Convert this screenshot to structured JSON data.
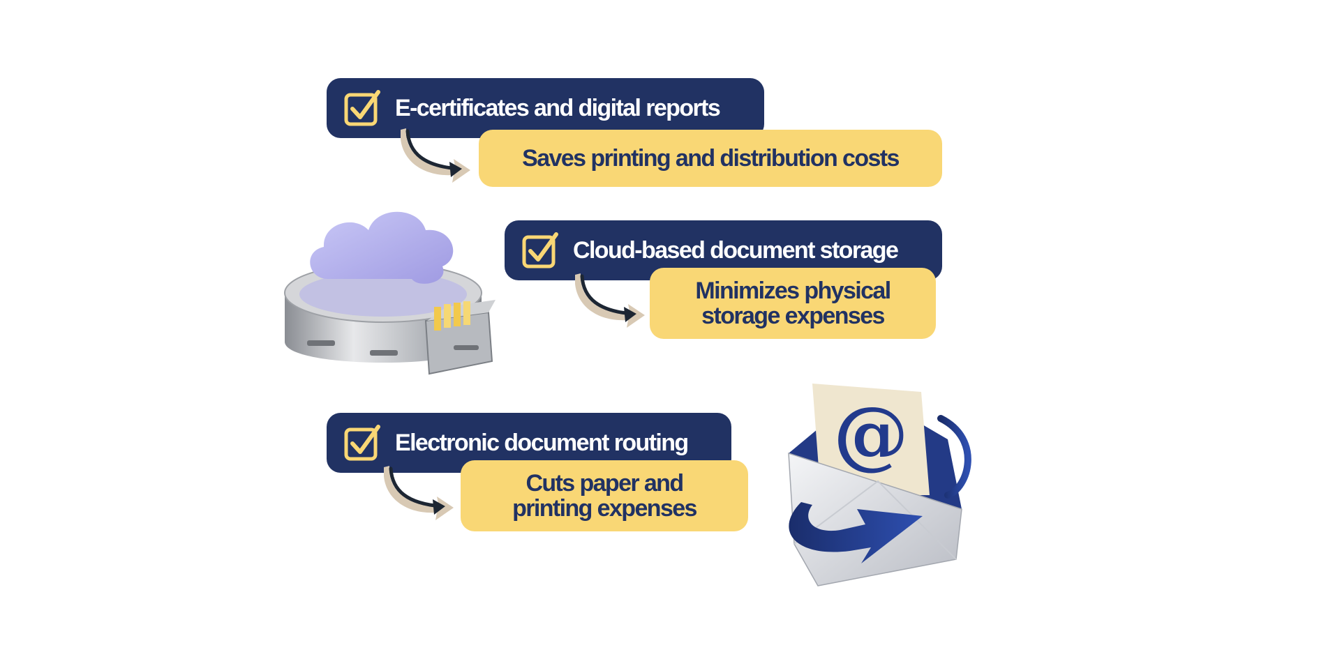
{
  "colors": {
    "navy": "#213263",
    "yellow": "#f9d775",
    "arrow_backdrop": "#d8c9b4",
    "cloud": "#aeaaf0",
    "envelope_accent": "#1f3f8f"
  },
  "items": [
    {
      "icon": "checkbox-check-icon",
      "feature": "E-certificates and digital reports",
      "benefit_lines": [
        "Saves printing and distribution costs"
      ]
    },
    {
      "icon": "checkbox-check-icon",
      "feature": "Cloud-based document storage",
      "benefit_lines": [
        "Minimizes physical",
        "storage expenses"
      ]
    },
    {
      "icon": "checkbox-check-icon",
      "feature": "Electronic document routing",
      "benefit_lines": [
        "Cuts paper and",
        "printing expenses"
      ]
    }
  ],
  "illustrations": {
    "cloud_storage": "cloud-storage-icon",
    "email": "email-envelope-icon",
    "email_symbol": "@"
  }
}
